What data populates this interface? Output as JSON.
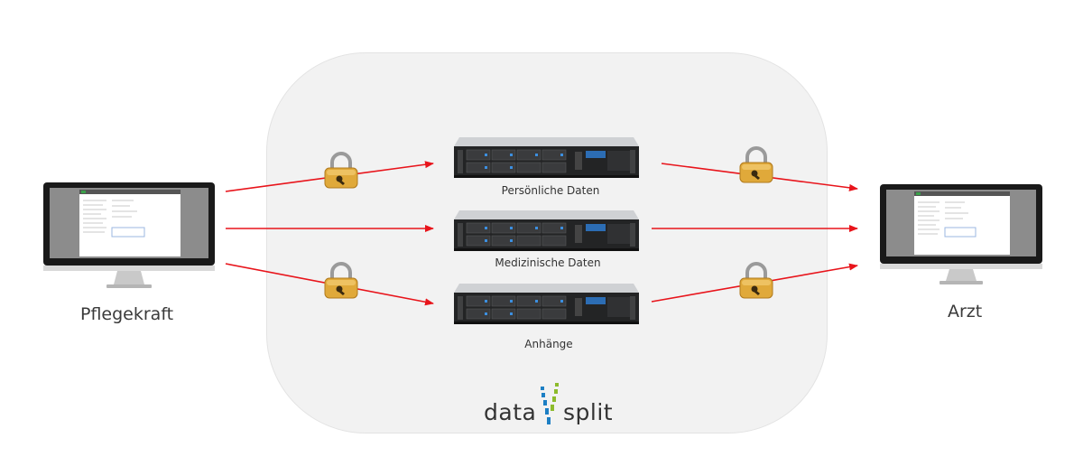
{
  "endpoints": {
    "sender": {
      "label": "Pflegekraft"
    },
    "receiver": {
      "label": "Arzt"
    }
  },
  "servers": [
    {
      "label": "Persönliche Daten"
    },
    {
      "label": "Medizinische Daten"
    },
    {
      "label": "Anhänge"
    }
  ],
  "logo": {
    "part1": "data",
    "part2": "split"
  },
  "colors": {
    "arrow": "#e8141b",
    "cloud": "#f2f2f2",
    "lock_gold": "#e0a93a",
    "logo_blue": "#1d7fc4",
    "logo_green": "#8dbb2d"
  },
  "icons": [
    "monitor-icon",
    "server-icon",
    "padlock-icon"
  ]
}
